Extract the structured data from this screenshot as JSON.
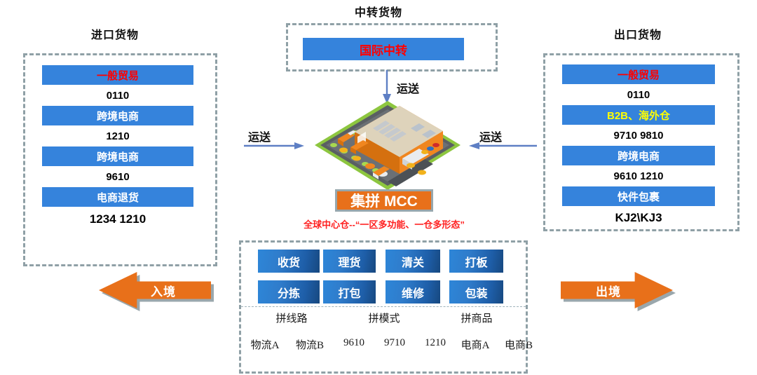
{
  "import_panel": {
    "title": "进口货物",
    "rows": [
      {
        "label": "一般贸易",
        "style": "red",
        "code": "0110"
      },
      {
        "label": "跨境电商",
        "style": "white",
        "code": "1210"
      },
      {
        "label": "跨境电商",
        "style": "white",
        "code": "9610"
      },
      {
        "label": "电商退货",
        "style": "white",
        "code": "1234  1210"
      }
    ],
    "arrow_label": "入境"
  },
  "export_panel": {
    "title": "出口货物",
    "rows": [
      {
        "label": "一般贸易",
        "style": "red",
        "code": "0110"
      },
      {
        "label": "B2B、海外仓",
        "style": "yellow",
        "code": "9710 9810"
      },
      {
        "label": "跨境电商",
        "style": "white",
        "code": "9610  1210"
      },
      {
        "label": "快件包裹",
        "style": "white",
        "code": "KJ2\\KJ3"
      }
    ],
    "arrow_label": "出境"
  },
  "transit_panel": {
    "title": "中转货物",
    "box_label": "国际中转"
  },
  "center": {
    "transport_down": "运送",
    "transport_left": "运送",
    "transport_right": "运送",
    "mcc_label": "集拼 MCC",
    "caption": "全球中心仓--“一区多功能、一仓多形态”"
  },
  "operations_panel": {
    "buttons_row1": [
      "收货",
      "理货",
      "清关",
      "打板"
    ],
    "buttons_row2": [
      "分拣",
      "打包",
      "维修",
      "包装"
    ],
    "group_labels": [
      "拼线路",
      "拼模式",
      "拼商品"
    ],
    "items": [
      "物流A",
      "物流B",
      "9610",
      "9710",
      "1210",
      "电商A",
      "电商B"
    ]
  },
  "colors": {
    "bar_blue": "#3583dc",
    "orange": "#e8701a",
    "dash_gray": "#8fa0a6",
    "red": "#ff0000",
    "yellow": "#ffff00"
  }
}
